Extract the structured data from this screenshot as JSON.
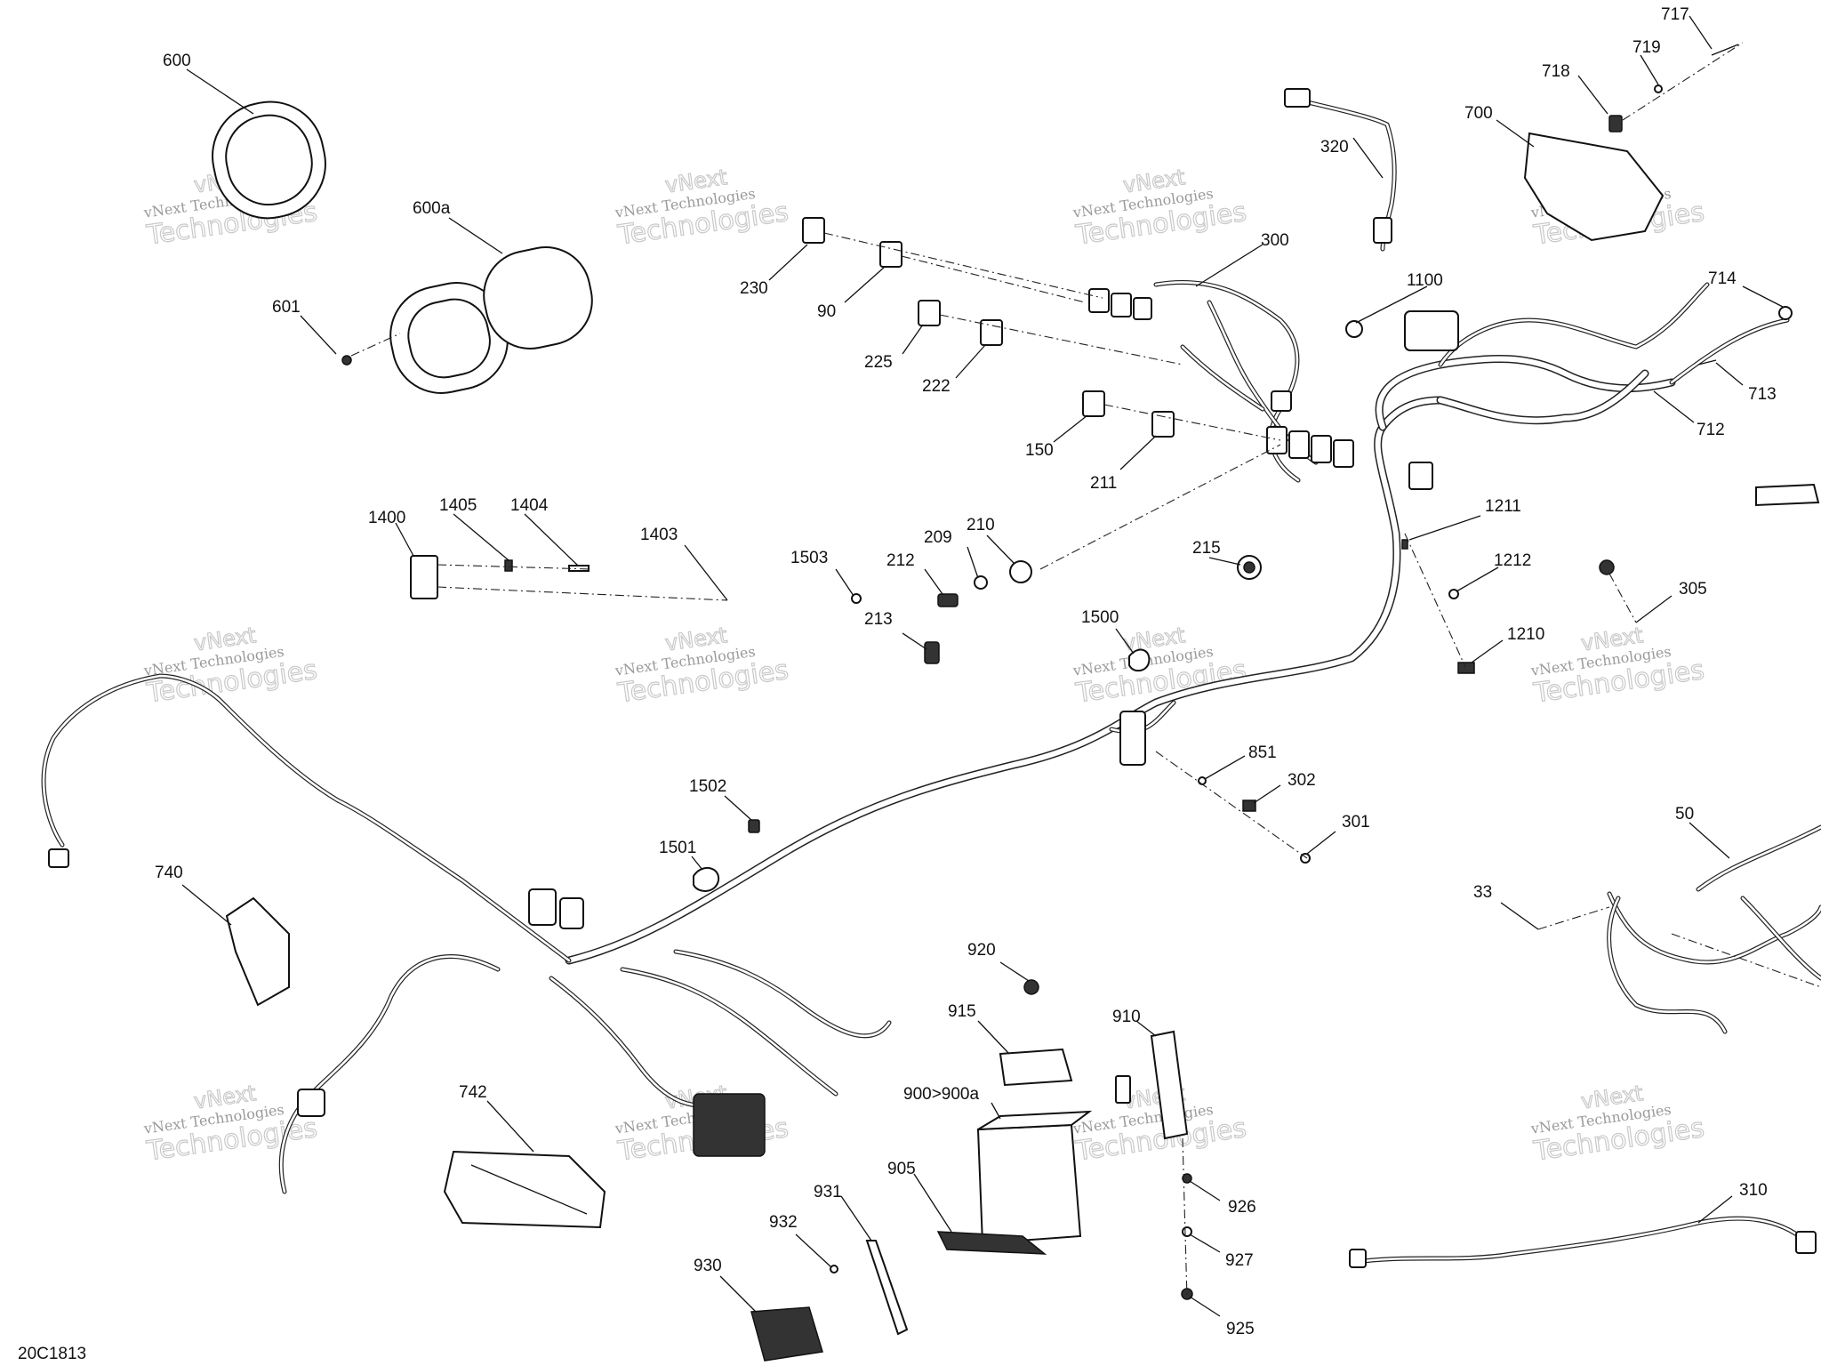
{
  "diagram_code": "20C1813",
  "watermark": {
    "line1": "vNext Technologies",
    "line2": "Technologies",
    "top": "vNext"
  },
  "labels": {
    "l600": "600",
    "l600a": "600a",
    "l601": "601",
    "l230": "230",
    "l90": "90",
    "l225": "225",
    "l222": "222",
    "l150": "150",
    "l211": "211",
    "l300": "300",
    "l320": "320",
    "l1100": "1100",
    "l700": "700",
    "l717": "717",
    "l718": "718",
    "l719": "719",
    "l714": "714",
    "l713": "713",
    "l712": "712",
    "l1211": "1211",
    "l1212": "1212",
    "l1210": "1210",
    "l305": "305",
    "l215": "215",
    "l1400": "1400",
    "l1405": "1405",
    "l1404": "1404",
    "l1403": "1403",
    "l1503": "1503",
    "l212": "212",
    "l209": "209",
    "l210": "210",
    "l213": "213",
    "l1500": "1500",
    "l851": "851",
    "l302": "302",
    "l301": "301",
    "l1502": "1502",
    "l1501": "1501",
    "l740": "740",
    "l742": "742",
    "l920": "920",
    "l915": "915",
    "l910": "910",
    "l900": "900>900a",
    "l905": "905",
    "l931": "931",
    "l932": "932",
    "l930": "930",
    "l926": "926",
    "l927": "927",
    "l925": "925",
    "l50": "50",
    "l33": "33",
    "l310": "310"
  }
}
